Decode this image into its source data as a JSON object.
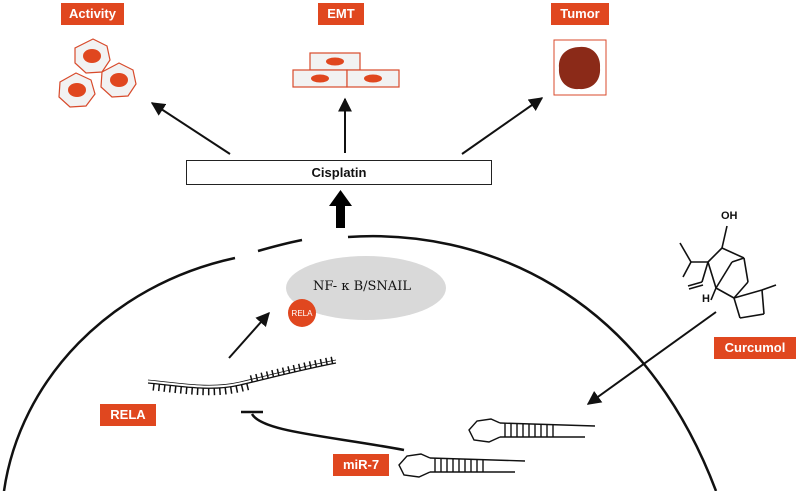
{
  "labels": {
    "activity": "Activity",
    "emt": "EMT",
    "tumor": "Tumor",
    "cisplatin": "Cisplatin",
    "nfkb_snail": "NF- κ B/SNAIL",
    "rela_protein": "RELA",
    "rela_gene": "RELA",
    "mir7": "miR-7",
    "curcumol": "Curcumol",
    "oh_group": "OH",
    "h_atom": "H"
  },
  "colors": {
    "accent": "#e0471f",
    "tumor_fill": "#8b2a18",
    "cell_fill": "#f2f2f2",
    "nucleus_ellipse": "#d9d9d9",
    "line": "#111111"
  },
  "icons": {
    "activity": "round-cells-icon",
    "emt": "elongated-cells-icon",
    "tumor": "tumor-mass-icon",
    "curcumol": "chemical-structure-icon",
    "mirna": "hairpin-rna-icon",
    "mrna": "mrna-strand-icon"
  }
}
